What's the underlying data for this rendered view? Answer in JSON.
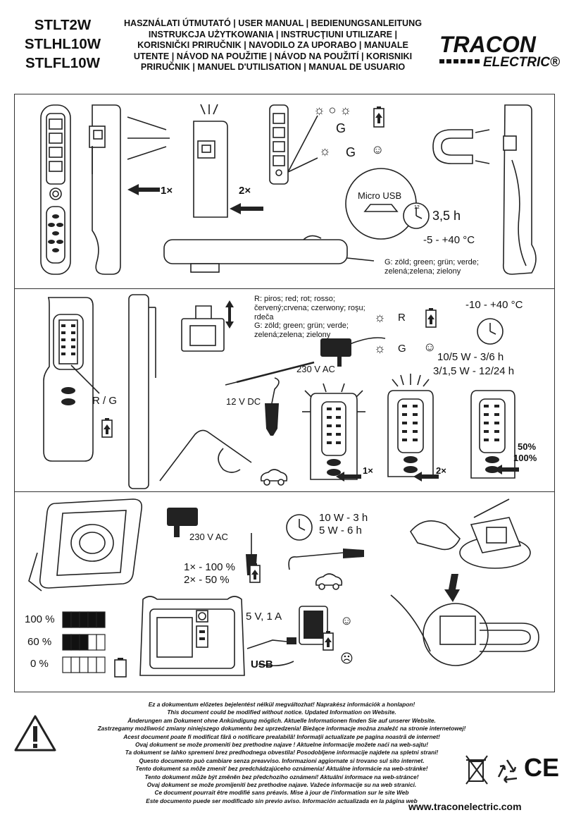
{
  "header": {
    "models": [
      "STLT2W",
      "STLHL10W",
      "STLFL10W"
    ],
    "languages": [
      "HASZNÁLATI ÚTMUTATÓ | USER MANUAL | BEDIENUNGSANLEITUNG",
      "INSTRUKCJA UŻYTKOWANIA | INSTRUCŢIUNI UTILIZARE |",
      "KORISNIČKI PRIRUČNIK | NAVODILO ZA UPORABO | MANUALE",
      "UTENTE | NÁVOD NA POUŽITIE | NÁVOD NA POUŽITÍ | KORISNIKI",
      "PRIRUČNIK | MANUEL D'UTILISATION | MANUAL DE USUARIO"
    ],
    "logo": {
      "brand": "TRACON",
      "sub": "ELECTRIC®"
    }
  },
  "panel1": {
    "press_once": "1×",
    "press_twice": "2×",
    "green_g1": "G",
    "green_g2": "G",
    "micro_usb": "Micro USB",
    "charge_time": "3,5 h",
    "temp_range": "-5 - +40 °C",
    "green_note": "G: zöld; green; grün; verde; zelená;zelena; zielony"
  },
  "panel2": {
    "rg_label": "R / G",
    "red_note": "R: piros; red; rot; rosso; červený;crvena; czerwony; roşu; rdeča",
    "green_note": "G: zöld; green; grün; verde; zelená;zelena; zielony",
    "r_label": "R",
    "g_label": "G",
    "temp_range": "-10 - +40 °C",
    "adapter_voltage": "230 V AC",
    "car_voltage": "12 V DC",
    "runtime_1": "10/5 W - 3/6 h",
    "runtime_2": "3/1,5 W - 12/24 h",
    "press_once": "1×",
    "press_twice": "2×",
    "dim_pct_1": "50%",
    "dim_pct_2": "100%"
  },
  "panel3": {
    "adapter_voltage": "230 V AC",
    "runtime_1": "10 W - 3 h",
    "runtime_2": "5 W - 6 h",
    "mode_1": "1× - 100 %",
    "mode_2": "2× - 50 %",
    "usb_out": "5 V, 1 A",
    "usb_label": "USB",
    "batt_100": "100 %",
    "batt_60": "60 %",
    "batt_0": "0 %",
    "battery_levels": [
      1.0,
      0.6,
      0.0
    ]
  },
  "footer": {
    "disclaimer": [
      "Ez a dokumentum előzetes bejelentést nélkül megváltozhat! Naprakész információk a honlapon!",
      "This document could be modified without notice. Updated Information on Website.",
      "Änderungen am Dokument ohne Ankündigung möglich. Aktuelle Informationen finden Sie auf unserer Website.",
      "Zastrzegamy możliwość zmiany niniejszego dokumentu bez uprzedzenia! Bieżące informacje można znaleźć na stronie internetowej!",
      "Acest document poate fi modificat fără o notificare prealabilă! Informații actualizate pe pagina noastră de internet!",
      "Ovaj dokument se može promeniti bez prethodne najave ! Aktuelne informacije možete naći na web-sajtu!",
      "Ta dokument se lahko spremeni brez predhodnega obvestila! Posodobljene informacije najdete na spletni strani!",
      "Questo documento può cambiare senza preavviso. Informazioni aggiornate si trovano sul sito internet.",
      "Tento dokument sa môže zmeniť bez predchádzajúceho oznámenia! Aktuálne informácie na web-stránke!",
      "Tento dokument může být změněn bez předchozího oznámení! Aktuální informace na web-stránce!",
      "Ovaj dokument se može promijeniti bez prethodne najave. Važeće informacije su na web stranici.",
      "Ce document pourrait être modifié sans préavis. Mise à jour de l'information sur le site Web",
      "Este documento puede ser modificado sin previo aviso. Información actualizada en la página web"
    ],
    "website": "www.traconelectric.com",
    "icons": [
      "warning-icon",
      "weee-bin-icon",
      "recycle-icon",
      "ce-mark-icon"
    ]
  }
}
